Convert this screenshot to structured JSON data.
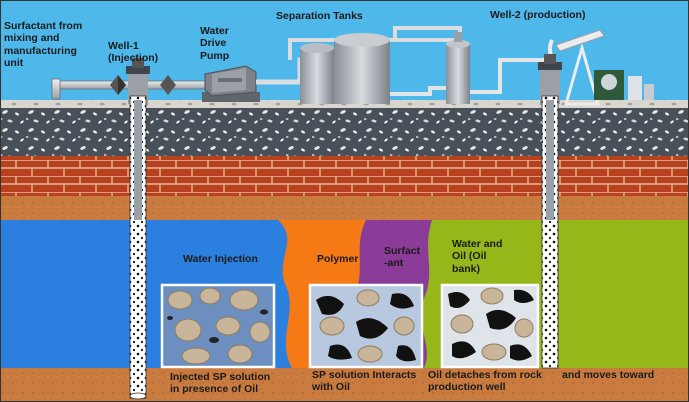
{
  "labels": {
    "surfactant_source": "Surfactant from\nmixing and\nmanufacturing\nunit",
    "well1": "Well-1\n(Injection)",
    "pump": "Water\nDrive\nPump",
    "tanks": "Separation Tanks",
    "well2": "Well-2 (production)",
    "water_injection": "Water Injection",
    "polymer": "Polymer",
    "surfactant": "Surfact\n-ant",
    "water_oil": "Water and\nOil (Oil\nbank)"
  },
  "captions": {
    "c1": "Injected SP solution\nin presence of Oil",
    "c2": "SP solution Interacts\nwith Oil",
    "c3": "Oil detaches from rock\nproduction well",
    "c4": "and moves toward"
  },
  "colors": {
    "sky": "#4fb8ea",
    "water": "#2b80df",
    "polymer": "#f57a16",
    "surfactant": "#8a3c98",
    "oil_bank": "#95b71a",
    "brick": "#b8421f",
    "sand": "#c97b3f",
    "gravel": "#48505a"
  },
  "icons": [
    "storage-tank-icon",
    "pump-jack-icon",
    "water-pump-icon"
  ]
}
